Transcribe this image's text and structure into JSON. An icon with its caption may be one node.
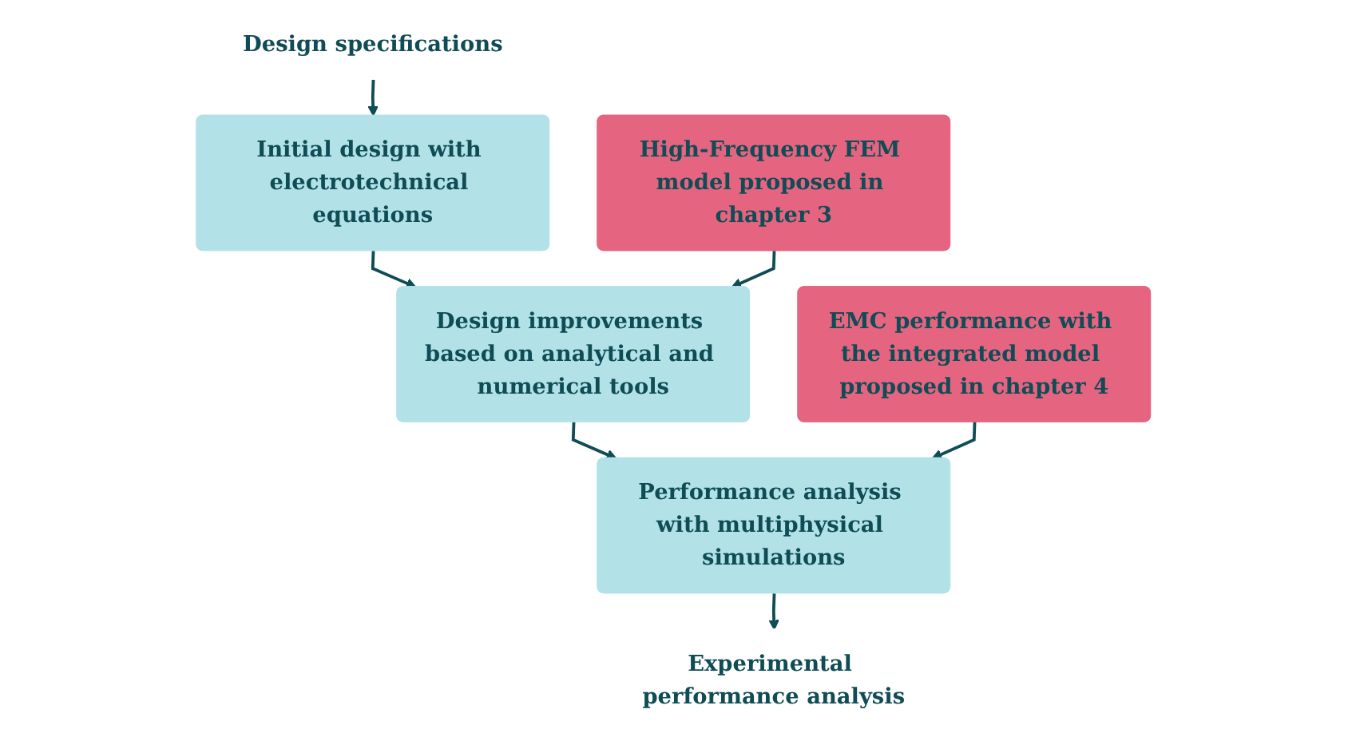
{
  "diagram": {
    "nodes": [
      {
        "text": [
          "Design specifications"
        ]
      },
      {
        "text": [
          "Initial design with electrotechnical equations"
        ]
      },
      {
        "text": [
          "Design improvements based on analytical and numerical tools"
        ]
      },
      {
        "text": [
          "Performance analysis with multiphysical simulations"
        ]
      },
      {
        "text": [
          "Experimental performance analysis"
        ]
      },
      {
        "text": [
          "High-Frequency FEM model proposed in chapter 3"
        ]
      },
      {
        "text": [
          "EMC performance with the integrated model proposed in chapter 4"
        ]
      }
    ],
    "edges": [
      {
        "from": 0,
        "to": 1,
        "arrow": "to"
      },
      {
        "from": 1,
        "to": 2,
        "arrow": "to"
      },
      {
        "from": 2,
        "to": 3,
        "arrow": "to"
      },
      {
        "from": 3,
        "to": 4,
        "arrow": "to"
      },
      {
        "from": 5,
        "to": 2,
        "arrow": "to"
      },
      {
        "from": 6,
        "to": 3,
        "arrow": "to"
      }
    ]
  }
}
